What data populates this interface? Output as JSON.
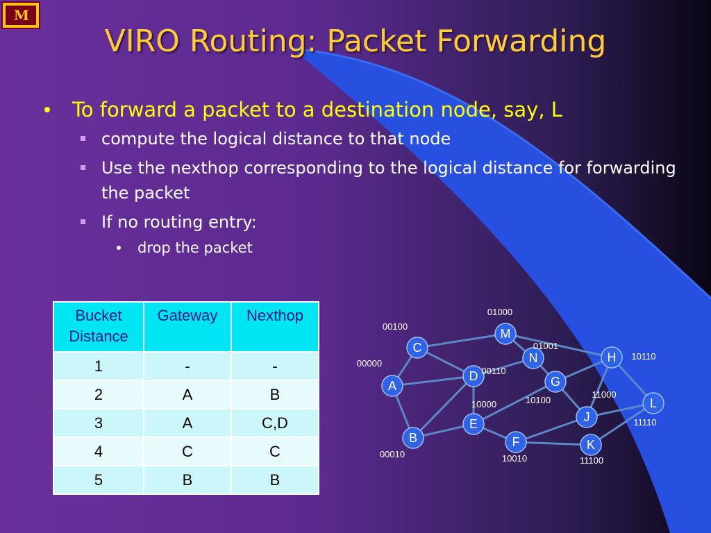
{
  "title": "VIRO Routing: Packet Forwarding",
  "bullets": {
    "main": "To forward a packet to a destination node, say, L",
    "sub": [
      "compute the logical distance to that node",
      "Use the nexthop corresponding to the logical distance for forwarding the packet",
      "If no routing entry:"
    ],
    "subsub": "drop the packet"
  },
  "table": {
    "headers": [
      "Bucket Distance",
      "Gateway",
      "Nexthop"
    ],
    "rows": [
      [
        "1",
        "-",
        "-"
      ],
      [
        "2",
        "A",
        "B"
      ],
      [
        "3",
        "A",
        "C,D"
      ],
      [
        "4",
        "C",
        "C"
      ],
      [
        "5",
        "B",
        "B"
      ]
    ]
  },
  "network": {
    "nodes": [
      {
        "id": "A",
        "address": "00000"
      },
      {
        "id": "B",
        "address": "00010"
      },
      {
        "id": "C",
        "address": "00100"
      },
      {
        "id": "D",
        "address": "00110"
      },
      {
        "id": "E",
        "address": "10000"
      },
      {
        "id": "F",
        "address": "10010"
      },
      {
        "id": "G",
        "address": "10100"
      },
      {
        "id": "H",
        "address": "10110"
      },
      {
        "id": "J",
        "address": "11000"
      },
      {
        "id": "K",
        "address": "11100"
      },
      {
        "id": "L",
        "address": "11110"
      },
      {
        "id": "M",
        "address": "01000"
      },
      {
        "id": "N",
        "address": "01001"
      }
    ],
    "edges": [
      [
        "C",
        "M"
      ],
      [
        "M",
        "H"
      ],
      [
        "C",
        "D"
      ],
      [
        "A",
        "C"
      ],
      [
        "A",
        "D"
      ],
      [
        "A",
        "B"
      ],
      [
        "D",
        "N"
      ],
      [
        "D",
        "E"
      ],
      [
        "D",
        "B"
      ],
      [
        "M",
        "N"
      ],
      [
        "N",
        "G"
      ],
      [
        "H",
        "G"
      ],
      [
        "H",
        "J"
      ],
      [
        "H",
        "L"
      ],
      [
        "G",
        "J"
      ],
      [
        "E",
        "G"
      ],
      [
        "B",
        "E"
      ],
      [
        "E",
        "F"
      ],
      [
        "F",
        "J"
      ],
      [
        "J",
        "L"
      ],
      [
        "F",
        "K"
      ],
      [
        "K",
        "L"
      ]
    ]
  },
  "colors": {
    "title": "#ffcc33",
    "bullet_main": "#ffff00",
    "node_fill": "#2f63e8",
    "edge": "#5c88c8",
    "header_bg": "#00e5f3"
  }
}
